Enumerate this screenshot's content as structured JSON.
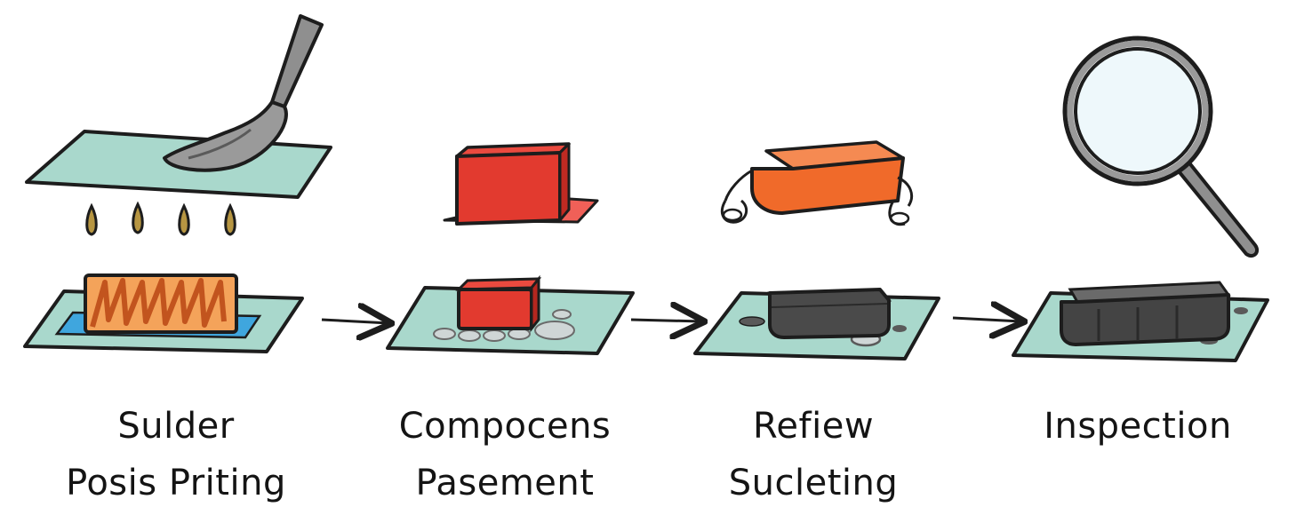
{
  "steps": [
    {
      "id": "solder-paste-printing",
      "line1": "Sulder",
      "line2": "Posis Priting"
    },
    {
      "id": "component-placement",
      "line1": "Compocens",
      "line2": "Pasement"
    },
    {
      "id": "reflow-soldering",
      "line1": "Refiew",
      "line2": "Sucleting"
    },
    {
      "id": "inspection",
      "line1": "Inspection",
      "line2": ""
    }
  ],
  "icons": [
    "squeegee-icon",
    "stencil-icon",
    "solder-droplet-icon",
    "pcb-board-icon",
    "component-chip-icon",
    "oven-icon",
    "ic-package-icon",
    "magnifying-glass-icon",
    "arrow-right-icon"
  ],
  "colors": {
    "board": "#a9d8cc",
    "outline": "#1d1d1d",
    "squeegee": "#8f8f8f",
    "solder_paste": "#e88a3a",
    "stencil_slot": "#3fa6de",
    "droplet": "#b79642",
    "component_red": "#e23a2f",
    "oven_orange": "#f06a2a",
    "chip_dark": "#4a4a4a",
    "lens": "#eef8fb"
  }
}
